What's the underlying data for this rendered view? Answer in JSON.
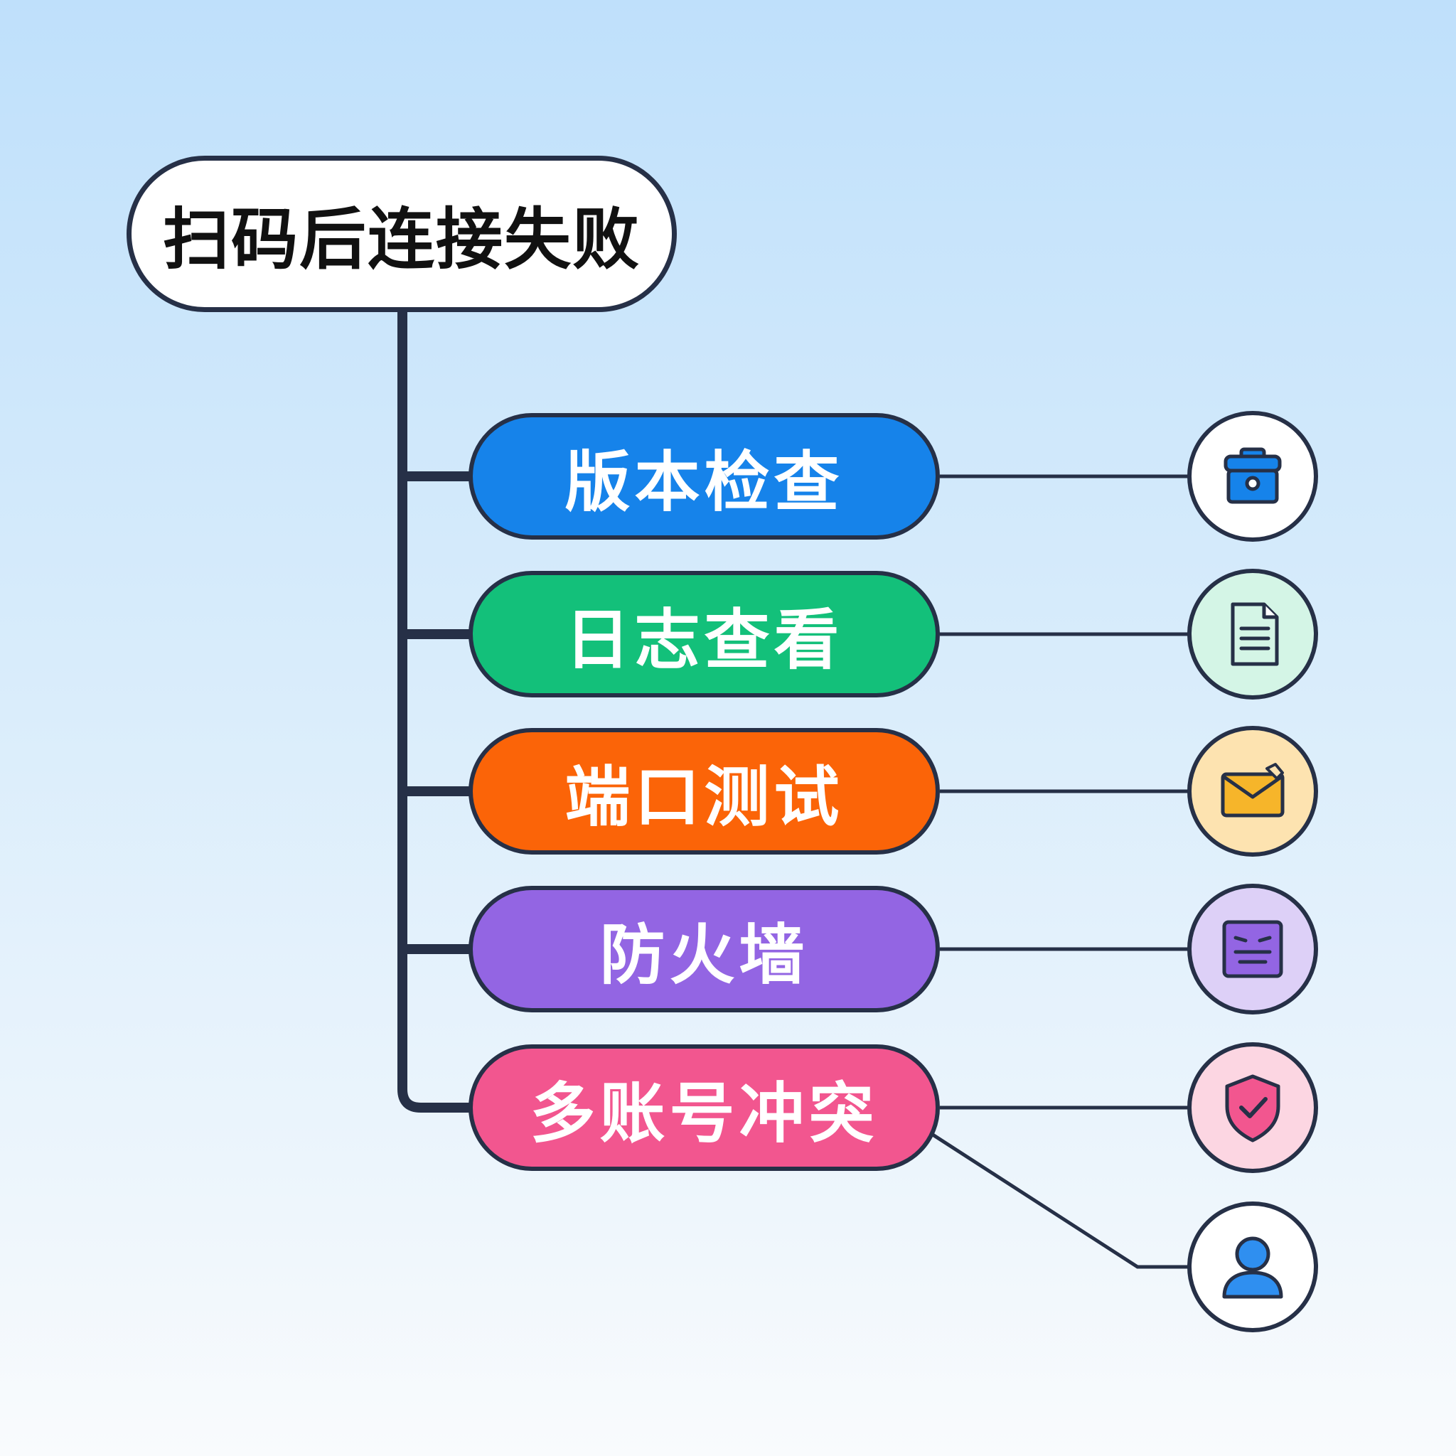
{
  "root": {
    "label": "扫码后连接失败"
  },
  "branches": [
    {
      "label": "版本检查",
      "color": "#1683ea",
      "icon": "toolbox-icon",
      "icon_bg": "#ffffff"
    },
    {
      "label": "日志查看",
      "color": "#13c07a",
      "icon": "document-icon",
      "icon_bg": "#d4f5e6"
    },
    {
      "label": "端口测试",
      "color": "#fb6408",
      "icon": "envelope-icon",
      "icon_bg": "#fde3b0"
    },
    {
      "label": "防火墙",
      "color": "#9365e3",
      "icon": "face-box-icon",
      "icon_bg": "#ddd0f7"
    },
    {
      "label": "多账号冲突",
      "color": "#f2568f",
      "icon": "shield-check-icon",
      "icon_bg": "#fcd6e2"
    }
  ],
  "extra_icon": {
    "icon": "user-icon",
    "icon_bg": "#ffffff"
  },
  "line_color": "#263047"
}
